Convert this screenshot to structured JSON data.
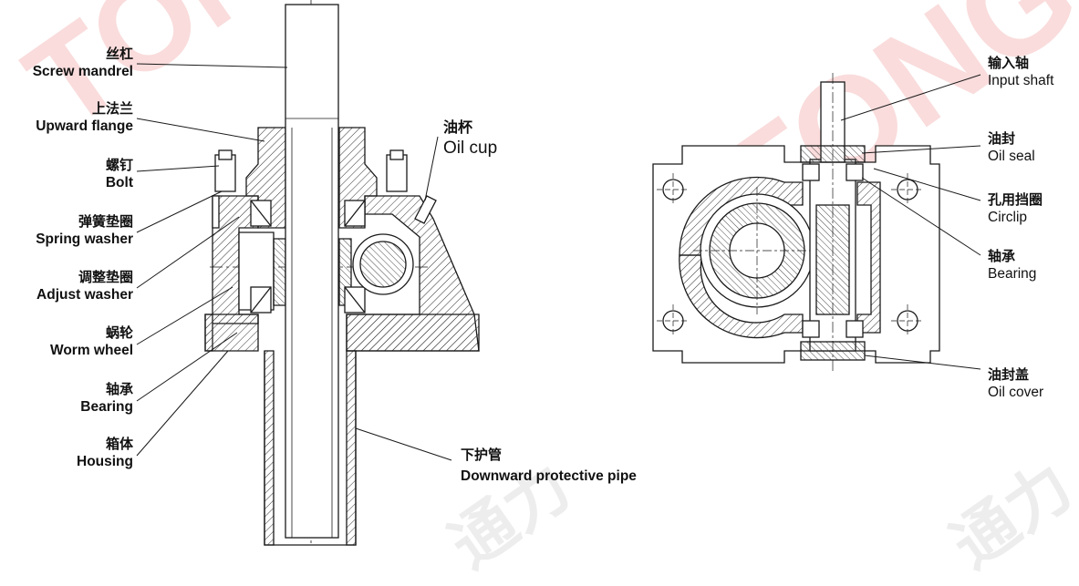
{
  "labels": {
    "screw_mandrel": {
      "zh": "丝杠",
      "en": "Screw mandrel"
    },
    "upward_flange": {
      "zh": "上法兰",
      "en": "Upward flange"
    },
    "bolt": {
      "zh": "螺钉",
      "en": "Bolt"
    },
    "spring_washer": {
      "zh": "弹簧垫圈",
      "en": "Spring washer"
    },
    "adjust_washer": {
      "zh": "调整垫圈",
      "en": "Adjust washer"
    },
    "worm_wheel": {
      "zh": "蜗轮",
      "en": "Worm wheel"
    },
    "bearing_left": {
      "zh": "轴承",
      "en": "Bearing"
    },
    "housing": {
      "zh": "箱体",
      "en": "Housing"
    },
    "oil_cup": {
      "zh": "油杯",
      "en": "Oil cup"
    },
    "downward_pipe": {
      "zh": "下护管",
      "en": "Downward protective pipe"
    },
    "input_shaft": {
      "zh": "输入轴",
      "en": "Input shaft"
    },
    "oil_seal": {
      "zh": "油封",
      "en": "Oil seal"
    },
    "circlip": {
      "zh": "孔用挡圈",
      "en": "Circlip"
    },
    "bearing_right": {
      "zh": "轴承",
      "en": "Bearing"
    },
    "oil_cover": {
      "zh": "油封盖",
      "en": "Oil cover"
    }
  },
  "watermark": {
    "text_left": "TONG",
    "text_right": "TONG",
    "text_cn": "通力"
  },
  "colors": {
    "line": "#1a1a1a",
    "watermark": "#e02828",
    "hatch": "#333333"
  }
}
